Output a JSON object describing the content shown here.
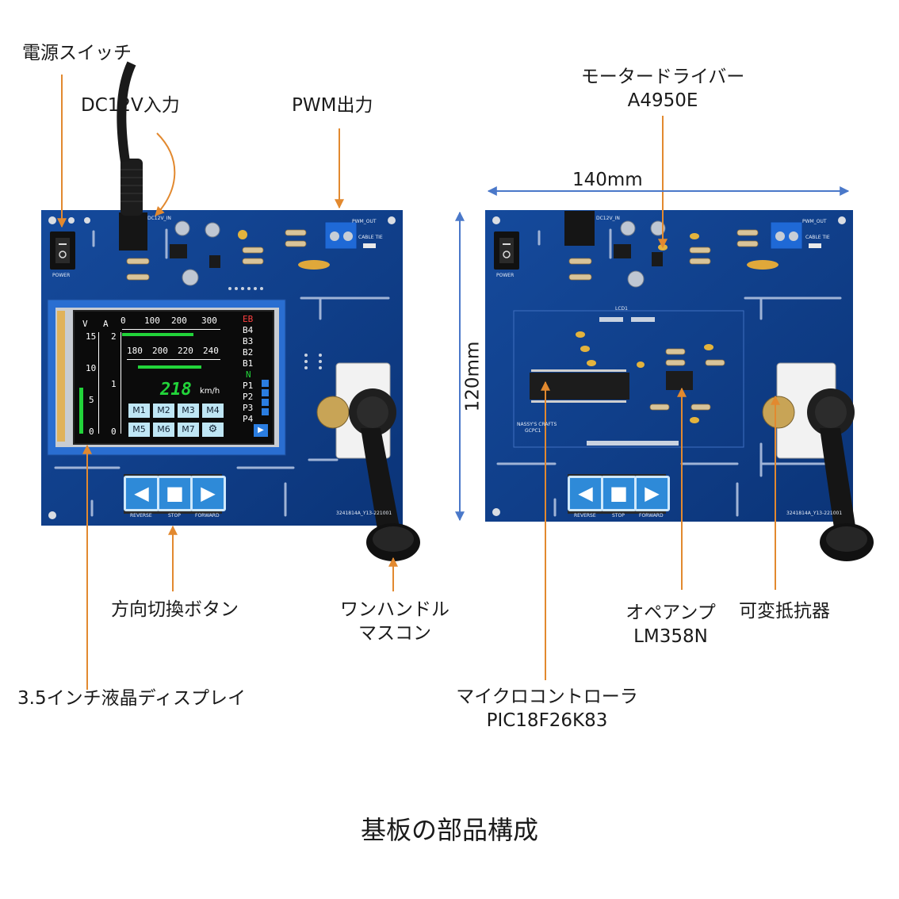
{
  "labels": {
    "power_switch": "電源スイッチ",
    "dc_input": "DC12V入力",
    "pwm_output": "PWM出力",
    "motor_driver": [
      "モータードライバー",
      "A4950E"
    ],
    "width_dim": "140mm",
    "height_dim": "120mm",
    "direction_buttons": "方向切換ボタン",
    "one_handle": [
      "ワンハンドル",
      "マスコン"
    ],
    "opamp": [
      "オペアンプ",
      "LM358N"
    ],
    "variable_resistor": "可変抵抗器",
    "lcd_display": "3.5インチ液晶ディスプレイ",
    "microcontroller": [
      "マイクロコントローラ",
      "PIC18F26K83"
    ],
    "title": "基板の部品構成"
  },
  "lcd": {
    "volt_header": "V",
    "amp_header": "A",
    "volt_ticks": [
      "15",
      "10",
      "5",
      "0"
    ],
    "amp_ticks": [
      "2",
      "1",
      "0"
    ],
    "speed_scale_top": [
      "0",
      "100",
      "200",
      "300"
    ],
    "speed_scale_bottom": [
      "180",
      "200",
      "220",
      "240"
    ],
    "speed": "218",
    "speed_unit": "km/h",
    "notches": [
      "EB",
      "B4",
      "B3",
      "B2",
      "B1",
      "N",
      "P1",
      "P2",
      "P3",
      "P4"
    ],
    "memory_buttons": [
      "M1",
      "M2",
      "M3",
      "M4",
      "M5",
      "M6",
      "M7"
    ],
    "settings_icon": "gear-icon",
    "next_icon": "play-icon"
  },
  "board_silkscreen": {
    "power": "POWER",
    "reverse": "REVERSE",
    "stop": "STOP",
    "forward": "FORWARD",
    "pwm_out": "PWM_OUT",
    "cable_tie": "CABLE TIE",
    "dc_in": "DC12V_IN",
    "maker": [
      "NASSY'S CRAFTS",
      "GCPC1"
    ],
    "part_no": "3241814A_Y13-221001",
    "lcd_ref": "LCD1"
  },
  "colors": {
    "pcb": "#0f3f8a",
    "pcb_dark": "#0a2f6e",
    "arrow": "#e2892f",
    "dimension": "#4a78c9",
    "speed_text": "#22d43a",
    "button_blue": "#2e8ad8"
  }
}
